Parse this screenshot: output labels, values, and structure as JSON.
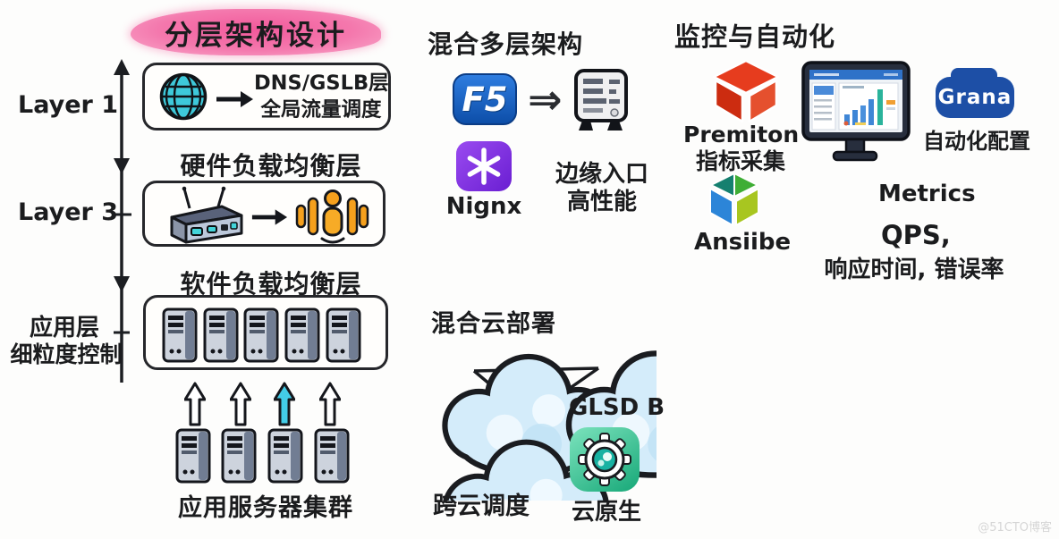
{
  "watermark": "@51CTO博客",
  "colors": {
    "highlight_pink": "#f2599b",
    "f5_blue": "#1663cf",
    "nginx_purple": "#7b3cf0",
    "accent_cyan": "#43cde8",
    "accent_orange": "#f5a01d",
    "premiton_red": "#df3319",
    "grana_blue": "#1d4fa6",
    "cloud_native_green": "#23b183",
    "ansible_blue": "#2c85d8",
    "ansible_green": "#a8c620",
    "cloud_fill": "#d4ecfa"
  },
  "left": {
    "title": "分层架构设计",
    "layer1_label": "Layer 1",
    "layer3_label": "Layer 3",
    "app_layer_line1": "应用层",
    "app_layer_line2": "细粒度控制",
    "dns_box_line1": "DNS/GSLB层",
    "dns_box_line2": "全局流量调度",
    "hardware_label": "硬件负载均衡层",
    "software_label": "软件负载均衡层",
    "cluster_label": "应用服务器集群"
  },
  "middle": {
    "arch_title": "混合多层架构",
    "f5_logo_text": "F5",
    "double_arrow_glyph": "⇒",
    "nginx_caption": "Nignx",
    "edge_line1": "边缘入口",
    "edge_line2": "高性能",
    "cloud_title": "混合云部署",
    "glsdb_label": "GLSD B",
    "cross_cloud_label": "跨云调度",
    "cloud_native_label": "云原生"
  },
  "right": {
    "title": "监控与自动化",
    "premiton_label": "Premiton",
    "collect_label": "指标采集",
    "grana_logo_text": "Grana",
    "autoconfig_label": "自动化配置",
    "ansible_label": "Ansiibe",
    "metrics_label": "Metrics",
    "qps_label": "QPS,",
    "latency_label": "响应时间, 错误率"
  }
}
